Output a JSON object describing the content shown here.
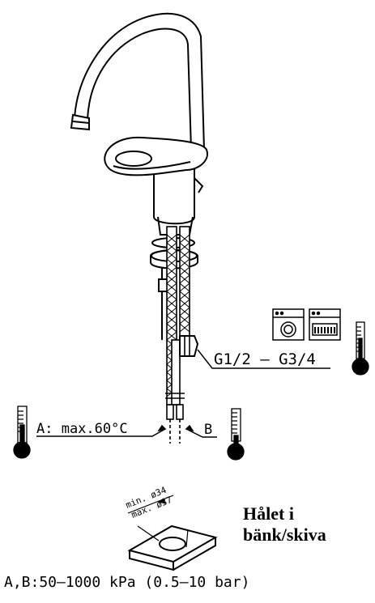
{
  "labels": {
    "connection_thread": "G1/2 – G3/4",
    "hot_supply": "A: max.60°C",
    "cold_supply": "B",
    "hole_min": "min. ø34",
    "hole_max": "max. ø37",
    "hole_title_line1": "Hålet i",
    "hole_title_line2": "bänk/skiva",
    "pressure": "A,B:50–1000 kPa (0.5–10 bar)"
  },
  "icons": {
    "appliances": [
      "washing-machine-icon",
      "dishwasher-icon"
    ],
    "thermometers": [
      "thermometer-hot-icon",
      "thermometer-right-icon",
      "thermometer-cold-icon"
    ]
  },
  "colors": {
    "line": "#000000",
    "background": "#ffffff"
  }
}
